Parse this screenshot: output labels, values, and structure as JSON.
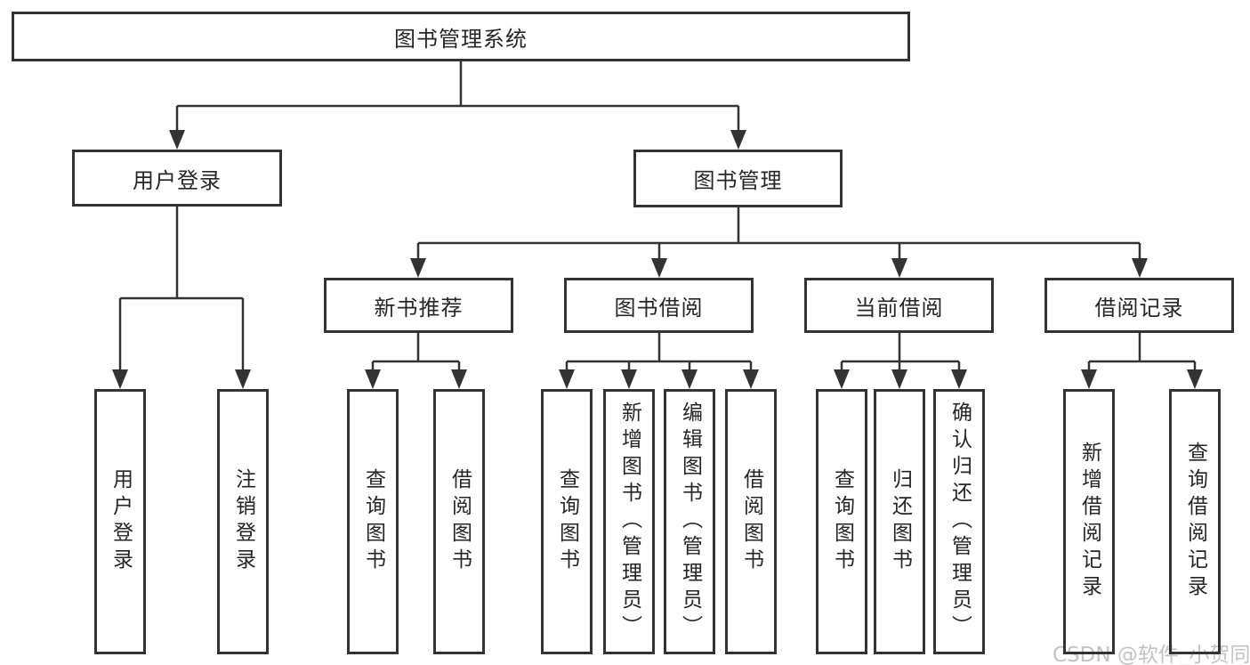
{
  "diagram": {
    "root": {
      "label": "图书管理系统"
    },
    "branches": [
      {
        "label": "用户登录",
        "children": [
          {
            "label": "用户登录"
          },
          {
            "label": "注销登录"
          }
        ]
      },
      {
        "label": "图书管理",
        "children": [
          {
            "label": "新书推荐",
            "children": [
              {
                "label": "查询图书"
              },
              {
                "label": "借阅图书"
              }
            ]
          },
          {
            "label": "图书借阅",
            "children": [
              {
                "label": "查询图书"
              },
              {
                "label": "新增图书（管理员）"
              },
              {
                "label": "编辑图书（管理员）"
              },
              {
                "label": "借阅图书"
              }
            ]
          },
          {
            "label": "当前借阅",
            "children": [
              {
                "label": "查询图书"
              },
              {
                "label": "归还图书"
              },
              {
                "label": "确认归还（管理员）"
              }
            ]
          },
          {
            "label": "借阅记录",
            "children": [
              {
                "label": "新增借阅记录"
              },
              {
                "label": "查询借阅记录"
              }
            ]
          }
        ]
      }
    ]
  },
  "watermark": "CSDN @软件_小贺同学",
  "colors": {
    "line": "#333333",
    "text": "#262626",
    "watermark": "#c3c3c3",
    "background": "#ffffff"
  }
}
